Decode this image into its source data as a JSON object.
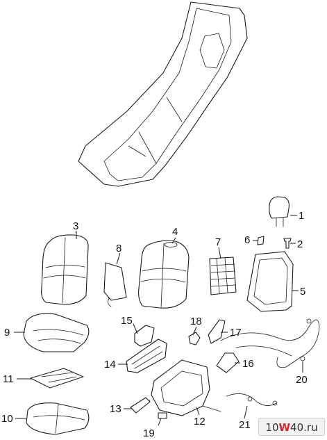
{
  "diagram": {
    "callouts": [
      "1",
      "2",
      "3",
      "4",
      "5",
      "6",
      "7",
      "8",
      "9",
      "10",
      "11",
      "12",
      "13",
      "14",
      "15",
      "16",
      "17",
      "18",
      "19",
      "20",
      "21"
    ]
  },
  "watermark": {
    "prefix": "10",
    "accent": "W",
    "suffix": "40.ru",
    "accent_color": "#d8242a"
  }
}
